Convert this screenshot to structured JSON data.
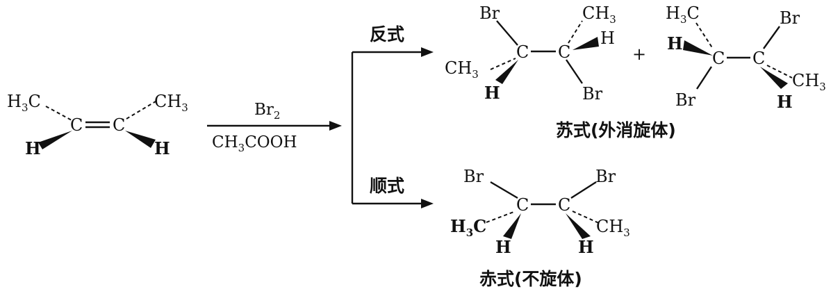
{
  "reagents": {
    "top": "Br",
    "top_sub": "2",
    "bottom_a": "CH",
    "bottom_sub": "3",
    "bottom_b": "COOH"
  },
  "pathways": {
    "anti": "反式",
    "syn": "顺式"
  },
  "plus": "+",
  "labels": {
    "C": "C",
    "H": "H",
    "Br": "Br",
    "CH": "CH",
    "three": "3"
  },
  "products": {
    "threo_caption": "苏式(外消旋体)",
    "erythro_caption": "赤式(不旋体)"
  }
}
